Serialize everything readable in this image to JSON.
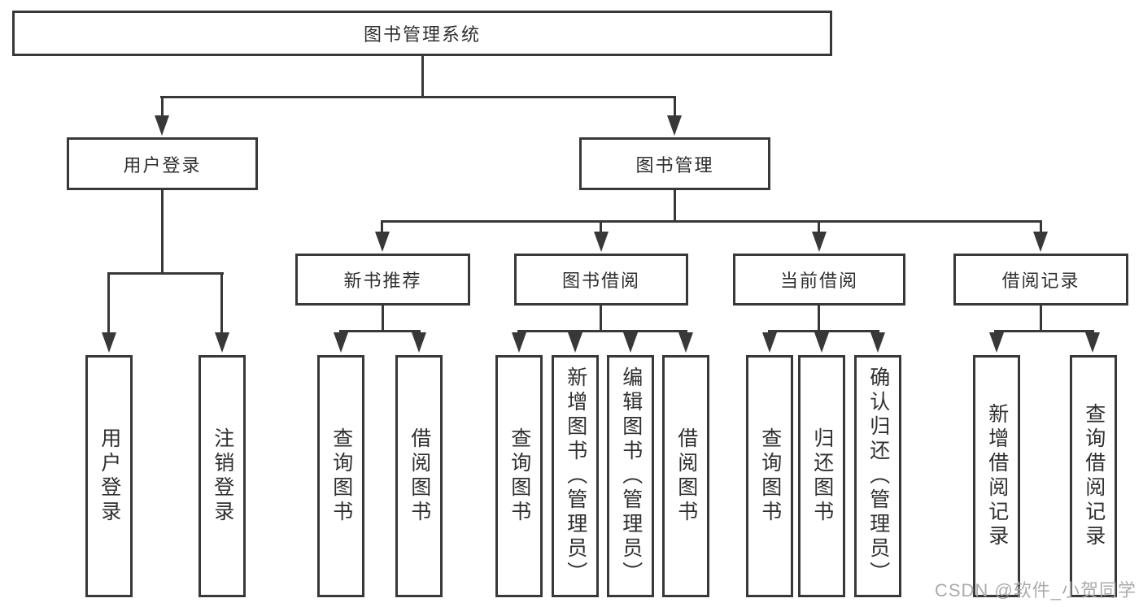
{
  "diagram": {
    "root": {
      "label": "图书管理系统"
    },
    "level2": [
      {
        "label": "用户登录",
        "children": [
          {
            "label": "用户登录"
          },
          {
            "label": "注销登录"
          }
        ]
      },
      {
        "label": "图书管理",
        "children": [
          {
            "label": "新书推荐",
            "children": [
              {
                "label": "查询图书"
              },
              {
                "label": "借阅图书"
              }
            ]
          },
          {
            "label": "图书借阅",
            "children": [
              {
                "label": "查询图书"
              },
              {
                "label": "新增图书（管理员）"
              },
              {
                "label": "编辑图书（管理员）"
              },
              {
                "label": "借阅图书"
              }
            ]
          },
          {
            "label": "当前借阅",
            "children": [
              {
                "label": "查询图书"
              },
              {
                "label": "归还图书"
              },
              {
                "label": "确认归还（管理员）"
              }
            ]
          },
          {
            "label": "借阅记录",
            "children": [
              {
                "label": "新增借阅记录"
              },
              {
                "label": "查询借阅记录"
              }
            ]
          }
        ]
      }
    ]
  },
  "watermark": {
    "text": "CSDN @软件_小贺同学"
  },
  "colors": {
    "line": "#383838",
    "watermark": "#ababab"
  }
}
